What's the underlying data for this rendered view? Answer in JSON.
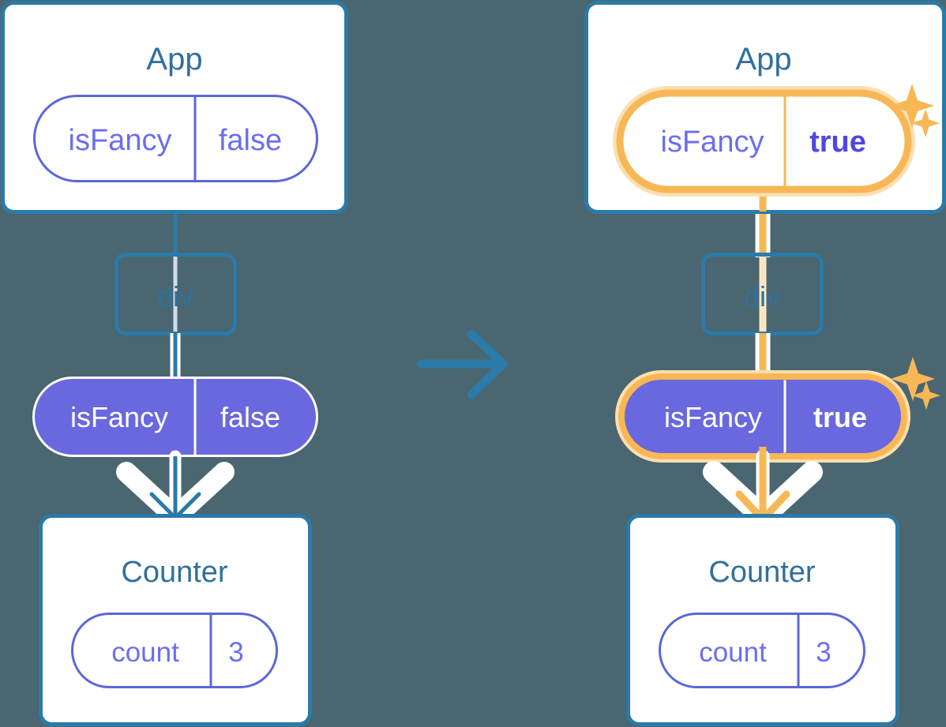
{
  "diagram": {
    "type": "react-state-propagation",
    "background_color": "#4a6670",
    "colors": {
      "box_border_blue": "#2b7aa8",
      "title_blue": "#31709c",
      "pill_outline_purple": "#5a67d8",
      "pill_text_purple": "#6b6ef0",
      "pill_filled_purple": "#6a68de",
      "pill_filled_text": "#ffffff",
      "highlight_orange": "#f8b756",
      "highlight_glow": "#fadfb0",
      "white": "#ffffff"
    },
    "panels": [
      {
        "id": "before",
        "app": {
          "title": "App",
          "state": {
            "name": "isFancy",
            "value": "false",
            "style": "outline",
            "highlighted": false
          }
        },
        "dom_node": {
          "label": "div"
        },
        "prop": {
          "name": "isFancy",
          "value": "false",
          "style": "filled",
          "highlighted": false
        },
        "child": {
          "title": "Counter",
          "state": {
            "name": "count",
            "value": "3",
            "style": "outline",
            "highlighted": false
          }
        },
        "edge_color": "#2b7aa8"
      },
      {
        "id": "after",
        "app": {
          "title": "App",
          "state": {
            "name": "isFancy",
            "value": "true",
            "style": "outline",
            "highlighted": true
          }
        },
        "dom_node": {
          "label": "div"
        },
        "prop": {
          "name": "isFancy",
          "value": "true",
          "style": "filled",
          "highlighted": true
        },
        "child": {
          "title": "Counter",
          "state": {
            "name": "count",
            "value": "3",
            "style": "outline",
            "highlighted": false
          }
        },
        "edge_color": "#f8b756"
      }
    ],
    "transition_arrow": {
      "icon": "arrow-right-icon",
      "color": "#2b7aa8"
    },
    "sparkles": [
      {
        "near": "app-state-after",
        "count": 2
      },
      {
        "near": "prop-after",
        "count": 2
      }
    ]
  }
}
